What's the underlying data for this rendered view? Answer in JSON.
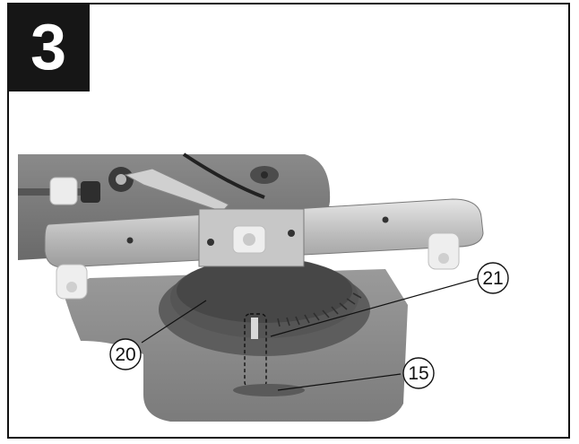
{
  "step": {
    "number": "3"
  },
  "callouts": [
    {
      "label": "20"
    },
    {
      "label": "21"
    },
    {
      "label": "15"
    }
  ],
  "colors": {
    "frame": "#111111",
    "step_box_bg": "#161616",
    "step_box_text": "#ffffff"
  }
}
